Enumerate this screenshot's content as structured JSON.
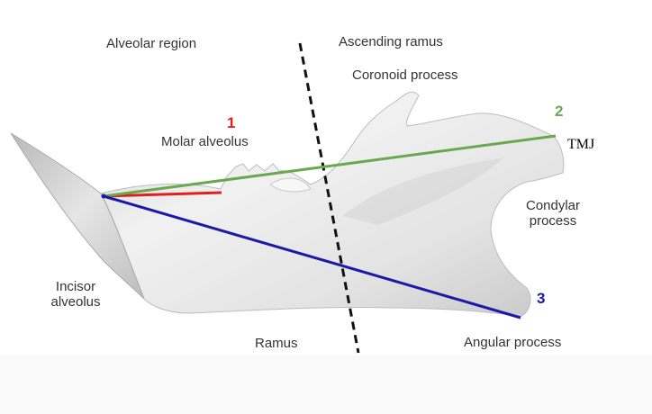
{
  "labels": {
    "alveolar_region": "Alveolar region",
    "ascending_ramus": "Ascending ramus",
    "coronoid_process": "Coronoid process",
    "molar_alveolus": "Molar alveolus",
    "condylar_process": "Condylar\nprocess",
    "incisor_alveolus": "Incisor\nalveolus",
    "ramus": "Ramus",
    "angular_process": "Angular process",
    "tmj": "TMJ"
  },
  "measurements": [
    {
      "number": "1",
      "color": "#e0201c"
    },
    {
      "number": "2",
      "color": "#6aa84f"
    },
    {
      "number": "3",
      "color": "#1a1aa8"
    }
  ],
  "colors": {
    "bone": "#e9e9e9",
    "dashed_line": "#111111"
  }
}
